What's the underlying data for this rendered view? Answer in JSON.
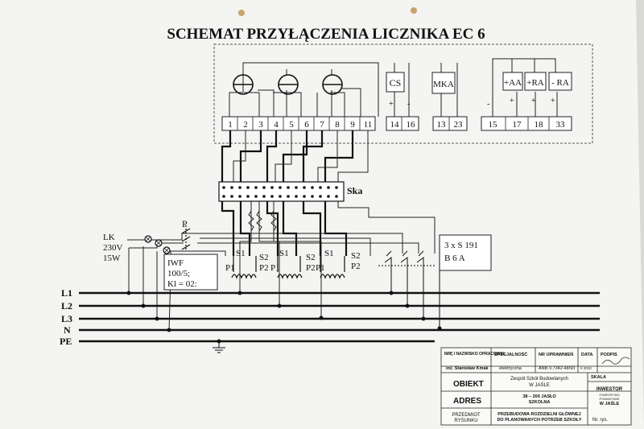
{
  "title": "SCHEMAT  PRZYŁĄCZENIA  LICZNIKA   EC 6",
  "meter_terminals": [
    "1",
    "2",
    "3",
    "4",
    "5",
    "6",
    "7",
    "8",
    "9",
    "11"
  ],
  "modules": {
    "cs": {
      "label": "CS",
      "plus": "+",
      "minus": "-",
      "terminals": [
        "14",
        "16"
      ]
    },
    "mka": {
      "label": "MKA",
      "terminals": [
        "13",
        "23"
      ]
    },
    "relays": {
      "labels": [
        "+AA",
        "+RA",
        "- RA"
      ],
      "minus": "-",
      "plus": "+",
      "terminals": [
        "15",
        "17",
        "18",
        "33"
      ]
    }
  },
  "strip_label": "Ska",
  "switch_label": "P",
  "lamp": {
    "line1": "LK",
    "line2": "230V",
    "line3": "15W"
  },
  "ct_spec": {
    "line1": "IWF",
    "line2": "100/5;",
    "line3": "Kl = 02:"
  },
  "breakers": {
    "line1": "3 x S 191",
    "line2": "B 6 A"
  },
  "ct_labels": {
    "s1": "S1",
    "s2": "S2",
    "p1": "P1",
    "p2": "P2"
  },
  "lines": [
    "L1",
    "L2",
    "L3",
    "N",
    "PE"
  ],
  "title_block": {
    "col1_header": "IMIĘ I NAZWISKO OPRACOWAŁ",
    "col2_header": "SPECJALNOŚĆ",
    "col3_header": "NR UPRAWNIEŃ",
    "col4_header": "DATA",
    "col5_header": "PODPIS",
    "author": "inż. Stanisław Kmak",
    "specialty": "elektryczna",
    "license": "ANB.V.7342-48/93",
    "date": "II 2010",
    "scale_label": "SKALA",
    "object_label": "OBIEKT",
    "object_line1": "Zespół Szkół Budowlanych",
    "object_line2": "W JAŚLE",
    "address_label": "ADRES",
    "address_line1": "38 – 200 JASŁO",
    "address_line2": "SZKOLNA",
    "investor_label": "INWESTOR",
    "investor_line1": "STAROSTWO",
    "investor_line2": "POWIATOWE",
    "investor_line3": "W JAŚLE",
    "subject_line1": "PRZEDMIOT",
    "subject_line2": "RYSUNKU",
    "subject_text1": "PRZEBUDOWA ROZDZIELNI GŁÓWNEJ",
    "subject_text2": "DO PLANOWANYCH POTRZEB SZKOŁY",
    "drawing_no": "Nr. rys."
  }
}
